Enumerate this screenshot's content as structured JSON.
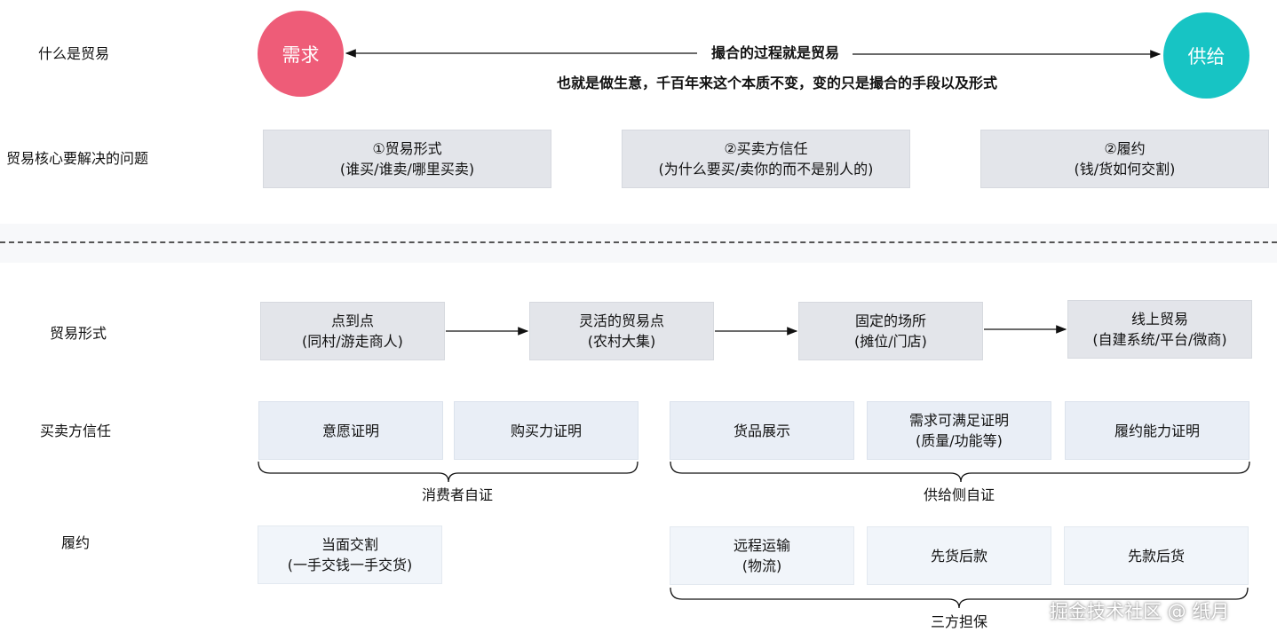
{
  "top": {
    "row1_label": "什么是贸易",
    "row2_label": "贸易核心要解决的问题",
    "demand": "需求",
    "supply": "供给",
    "match_label": "撮合的过程就是贸易",
    "subtitle": "也就是做生意，千百年来这个本质不变，变的只是撮合的手段以及形式",
    "problems": [
      {
        "line1": "①贸易形式",
        "line2": "(谁买/谁卖/哪里买卖)"
      },
      {
        "line1": "②买卖方信任",
        "line2": "(为什么要买/卖你的而不是别人的)"
      },
      {
        "line1": "②履约",
        "line2": "(钱/货如何交割)"
      }
    ]
  },
  "bottom": {
    "form_label": "贸易形式",
    "trust_label": "买卖方信任",
    "fulfill_label": "履约",
    "forms": [
      {
        "line1": "点到点",
        "line2": "(同村/游走商人)"
      },
      {
        "line1": "灵活的贸易点",
        "line2": "(农村大集)"
      },
      {
        "line1": "固定的场所",
        "line2": "(摊位/门店)"
      },
      {
        "line1": "线上贸易",
        "line2": "(自建系统/平台/微商)"
      }
    ],
    "trust": {
      "consumer_items": [
        "意愿证明",
        "购买力证明"
      ],
      "consumer_caption": "消费者自证",
      "supplier_items": [
        {
          "line1": "货品展示",
          "line2": ""
        },
        {
          "line1": "需求可满足证明",
          "line2": "(质量/功能等)"
        },
        {
          "line1": "履约能力证明",
          "line2": ""
        }
      ],
      "supplier_caption": "供给侧自证"
    },
    "fulfill": {
      "face": {
        "line1": "当面交割",
        "line2": "(一手交钱一手交货)"
      },
      "third": [
        {
          "line1": "远程运输",
          "line2": "(物流)"
        },
        {
          "line1": "先货后款",
          "line2": ""
        },
        {
          "line1": "先款后货",
          "line2": ""
        }
      ],
      "third_caption": "三方担保"
    }
  },
  "watermark": "掘金技术社区 @ 纸月",
  "colors": {
    "demand": "#ee5c78",
    "supply": "#17c4c4",
    "box_gray": "#e3e5ea",
    "box_blue": "#e9eef6"
  }
}
